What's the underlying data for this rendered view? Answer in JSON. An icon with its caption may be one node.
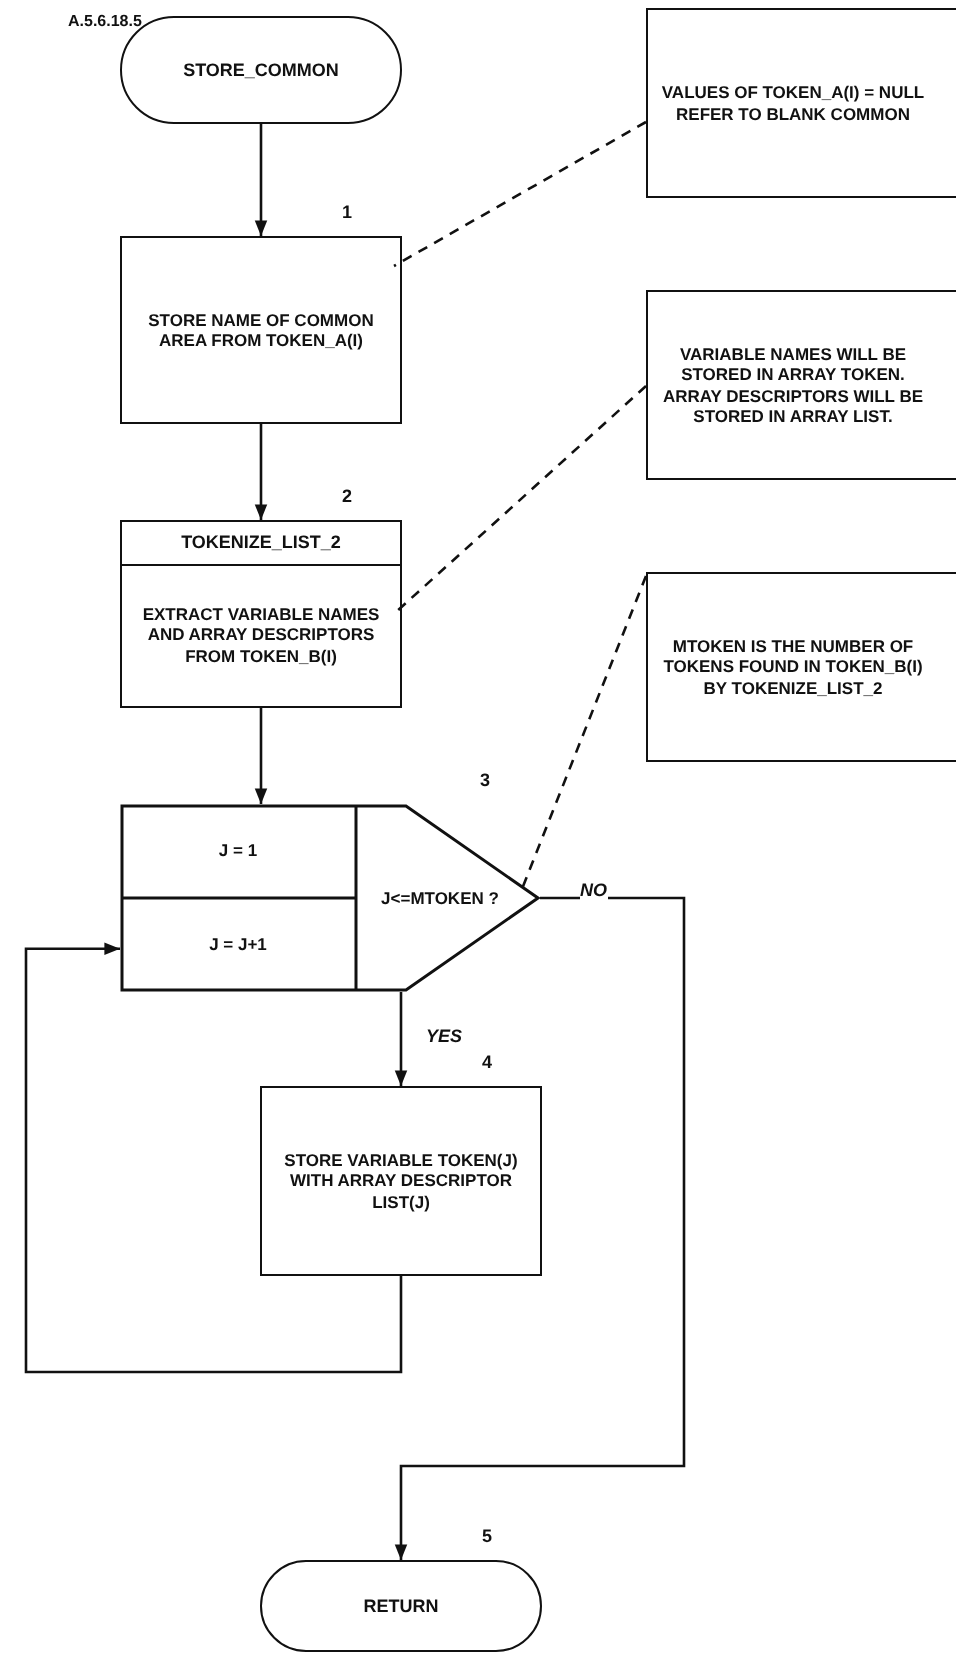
{
  "diagram": {
    "nodes": [
      {
        "text": [
          "STORE_COMMON"
        ]
      },
      {
        "text": [
          "STORE NAME OF COMMON AREA FROM TOKEN_A(I)"
        ],
        "beside": [
          "1"
        ]
      },
      {
        "text": [
          "VALUES OF TOKEN_A(I) = NULL REFER TO BLANK COMMON"
        ]
      },
      {
        "text": [
          "TOKENIZE_LIST_2",
          "EXTRACT VARIABLE NAMES AND ARRAY DESCRIPTORS FROM TOKEN_B(I)"
        ],
        "beside": [
          "2"
        ]
      },
      {
        "text": [
          "VARIABLE NAMES WILL BE STORED IN ARRAY TOKEN. ARRAY DESCRIPTORS WILL BE STORED IN ARRAY LIST."
        ]
      },
      {
        "text": [
          "J = 1",
          "J = J+1",
          "J<=MTOKEN ?"
        ],
        "beside": [
          "3"
        ]
      },
      {
        "text": [
          "MTOKEN IS THE NUMBER OF TOKENS FOUND IN TOKEN_B(I) BY TOKENIZE_LIST_2"
        ]
      },
      {
        "text": [
          "STORE VARIABLE TOKEN(J) WITH ARRAY DESCRIPTOR LIST(J)"
        ],
        "beside": [
          "4"
        ]
      },
      {
        "text": [
          "RETURN"
        ],
        "beside": [
          "5"
        ]
      }
    ],
    "edges": [
      {
        "from": 0,
        "to": 1,
        "arrow": "to"
      },
      {
        "from": 1,
        "to": 3,
        "arrow": "to"
      },
      {
        "from": 3,
        "to": 5,
        "arrow": "to"
      },
      {
        "from": 5,
        "to": 7,
        "arrow": "to",
        "label": "YES"
      },
      {
        "from": 7,
        "to": 5,
        "arrow": "to"
      },
      {
        "from": 5,
        "to": 8,
        "arrow": "to",
        "label": "NO"
      },
      {
        "from": 2,
        "to": 1,
        "arrow": "none",
        "style": "dashed"
      },
      {
        "from": 4,
        "to": 3,
        "arrow": "none",
        "style": "dashed"
      },
      {
        "from": 6,
        "to": 5,
        "arrow": "none",
        "style": "dashed"
      }
    ],
    "labels": [
      "A.5.6.18.5"
    ]
  }
}
